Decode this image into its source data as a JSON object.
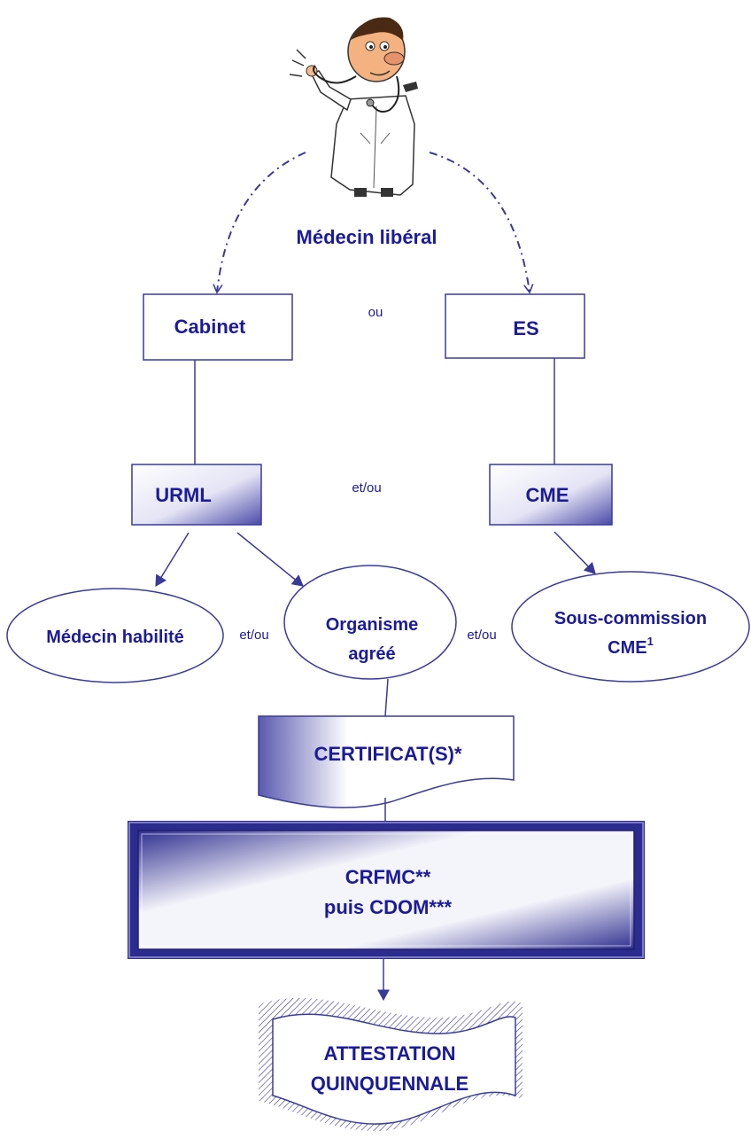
{
  "colors": {
    "ink": "#1b1b9a",
    "stroke": "#3a3a99",
    "frame_dark": "#2c2c8e",
    "gradient_light": "#ffffff",
    "gradient_dark": "#4a4aa8"
  },
  "icons": {
    "doctor": "doctor-with-stethoscope-clipart"
  },
  "doctor": {
    "label": "Médecin libéral"
  },
  "nodes": {
    "cabinet": "Cabinet",
    "es": "ES",
    "urml": "URML",
    "cme": "CME",
    "medecin_habilite": "Médecin habilité",
    "organisme_line1": "Organisme",
    "organisme_line2": "agréé",
    "souscommission_line1": "Sous-commission",
    "souscommission_line2": "CME",
    "souscommission_sup": "1",
    "certificats": "CERTIFICAT(S)*",
    "crfmc_line1": "CRFMC**",
    "crfmc_line2": "puis CDOM***",
    "attestation_line1": "ATTESTATION",
    "attestation_line2": "QUINQUENNALE"
  },
  "connectors": {
    "ou": "ou",
    "etou_top": "et/ou",
    "etou_left": "et/ou",
    "etou_right": "et/ou"
  }
}
